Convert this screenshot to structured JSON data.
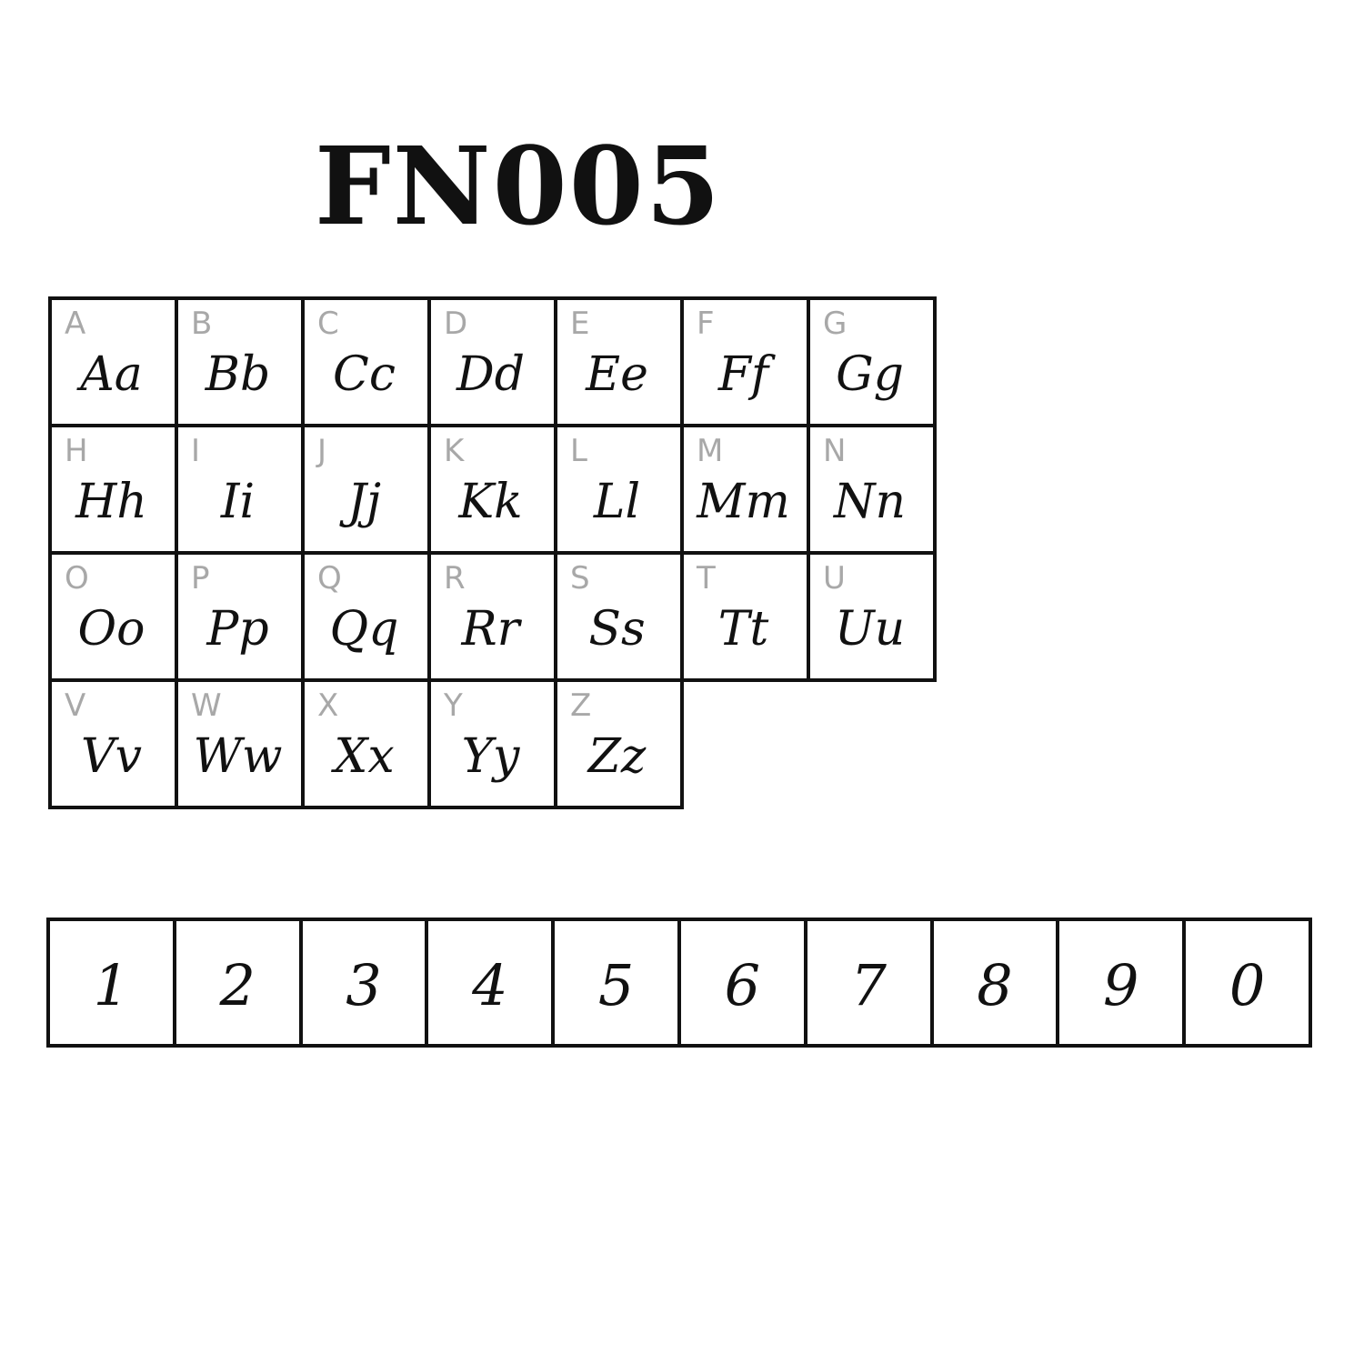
{
  "title": "FN005",
  "letters": [
    {
      "letter": "A",
      "script": "Aa"
    },
    {
      "letter": "B",
      "script": "Bb"
    },
    {
      "letter": "C",
      "script": "Cc"
    },
    {
      "letter": "D",
      "script": "Dd"
    },
    {
      "letter": "E",
      "script": "Ee"
    },
    {
      "letter": "F",
      "script": "Ff"
    },
    {
      "letter": "G",
      "script": "Gg"
    },
    {
      "letter": "H",
      "script": "Hh"
    },
    {
      "letter": "I",
      "script": "Ii"
    },
    {
      "letter": "J",
      "script": "Jj"
    },
    {
      "letter": "K",
      "script": "Kk"
    },
    {
      "letter": "L",
      "script": "Ll"
    },
    {
      "letter": "M",
      "script": "Mm"
    },
    {
      "letter": "N",
      "script": "Nn"
    },
    {
      "letter": "O",
      "script": "Oo"
    },
    {
      "letter": "P",
      "script": "Pp"
    },
    {
      "letter": "Q",
      "script": "Qq"
    },
    {
      "letter": "R",
      "script": "Rr"
    },
    {
      "letter": "S",
      "script": "Ss"
    },
    {
      "letter": "T",
      "script": "Tt"
    },
    {
      "letter": "U",
      "script": "Uu"
    },
    {
      "letter": "V",
      "script": "Vv"
    },
    {
      "letter": "W",
      "script": "Ww"
    },
    {
      "letter": "X",
      "script": "Xx"
    },
    {
      "letter": "Y",
      "script": "Yy"
    },
    {
      "letter": "Z",
      "script": "Zz"
    }
  ],
  "digits": [
    "1",
    "2",
    "3",
    "4",
    "5",
    "6",
    "7",
    "8",
    "9",
    "0"
  ],
  "colors": {
    "ink": "#111111",
    "letter_label": "#a8a8a8",
    "background": "#ffffff"
  }
}
